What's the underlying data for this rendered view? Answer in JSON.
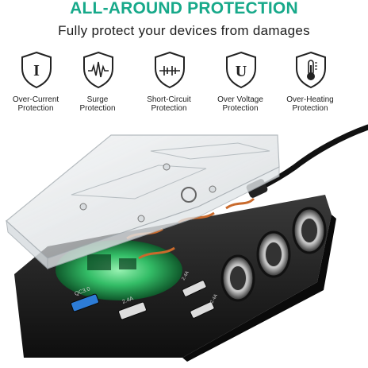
{
  "header": {
    "title": "ALL-AROUND PROTECTION",
    "subtitle": "Fully protect your devices from damages"
  },
  "features": [
    {
      "icon": "over-current-shield-icon",
      "line1": "Over-Current",
      "line2": "Protection"
    },
    {
      "icon": "surge-shield-icon",
      "line1": "Surge",
      "line2": "Protection"
    },
    {
      "icon": "short-circuit-shield-icon",
      "line1": "Short-Circuit",
      "line2": "Protection"
    },
    {
      "icon": "over-voltage-shield-icon",
      "line1": "Over Voltage",
      "line2": "Protection"
    },
    {
      "icon": "over-heating-shield-icon",
      "line1": "Over-Heating",
      "line2": "Protection"
    }
  ],
  "product": {
    "port_labels": [
      "QC3.0",
      "2.4A",
      "2.4A",
      "2.4A"
    ]
  },
  "colors": {
    "accent": "#17a98a",
    "text": "#1d1d1d",
    "device_body": "#1b1b1b",
    "pcb_green": "#34c56a"
  }
}
